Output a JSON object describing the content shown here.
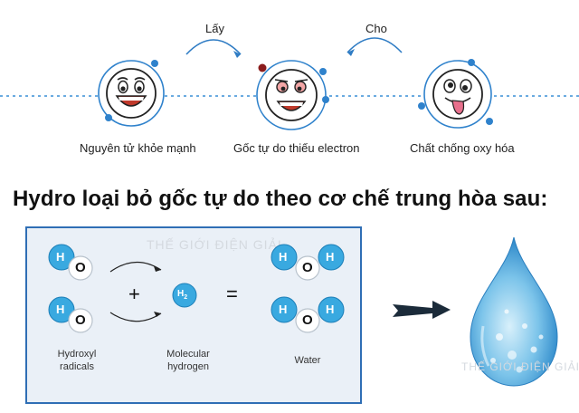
{
  "top": {
    "arrow_left_label": "Lấy",
    "arrow_right_label": "Cho",
    "faces": [
      {
        "label": "Nguyên tử khỏe mạnh"
      },
      {
        "label": "Gốc tự do thiếu electron"
      },
      {
        "label": "Chất chống oxy hóa"
      }
    ]
  },
  "heading": "Hydro loại bỏ gốc tự do theo cơ chế trung hòa sau:",
  "reaction": {
    "atom_h": "H",
    "atom_o": "O",
    "plus": "+",
    "equals": "=",
    "h2": "H",
    "h2_sub": "2",
    "left_caption": [
      "Hydroxyl",
      "radicals"
    ],
    "middle_caption": [
      "Molecular",
      "hydrogen"
    ],
    "right_caption": "Water"
  },
  "watermark": "THẾ GIỚI ĐIỆN GIẢI",
  "colors": {
    "line": "#3a8fd6",
    "orbit": "#2f82cc",
    "electron": "#2f82cc",
    "missing_electron": "#8a1c1c",
    "hydrogen": "#39a9e0",
    "oxygen": "#ffffff",
    "panel_border": "#2f6eb5",
    "arrow": "#1b2b3a"
  }
}
